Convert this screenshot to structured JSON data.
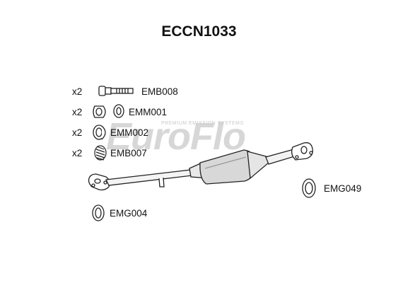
{
  "title": "ECCN1033",
  "watermark": {
    "brand": "EuroFlo",
    "tagline": "PREMIUM EMISSION SYSTEMS"
  },
  "parts": [
    {
      "code": "EMB008",
      "qty": "x2",
      "icon": "bolt-icon"
    },
    {
      "code": "EMM001",
      "qty": "x2",
      "icon": "rubber-mount-icon"
    },
    {
      "code": "EMM002",
      "qty": "x2",
      "icon": "mount-ring-icon"
    },
    {
      "code": "EMB007",
      "qty": "x2",
      "icon": "spring-icon"
    },
    {
      "code": "EMG049",
      "qty": "",
      "icon": "gasket-icon"
    },
    {
      "code": "EMG004",
      "qty": "",
      "icon": "gasket-icon"
    }
  ]
}
